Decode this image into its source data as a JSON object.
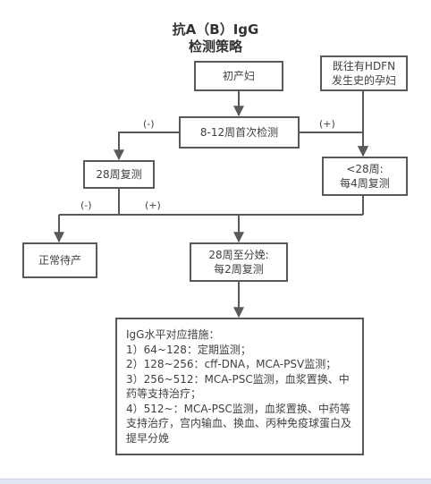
{
  "diagram": {
    "title_line1": "抗A（B）IgG",
    "title_line2": "检测策略",
    "nodes": {
      "primigravida": "初产妇",
      "hdfn_history_line1": "既往有HDFN",
      "hdfn_history_line2": "发生史的孕妇",
      "first_test": "8-12周首次检测",
      "week28_retest": "28周复测",
      "before28_line1": "<28周:",
      "before28_line2": "每4周复测",
      "normal_delivery": "正常待产",
      "week28_to_delivery_line1": "28周至分娩:",
      "week28_to_delivery_line2": "每2周复测",
      "measures": [
        "IgG水平对应措施：",
        "1）64~128：定期监测；",
        "2）128~256：cff-DNA，MCA-PSV监测；",
        "3）256~512：MCA-PSC监测，血浆置换、中药等支持治疗；",
        "4）512~：MCA-PSC监测，血浆置换、中药等支持治疗，宫内输血、换血、丙种免疫球蛋白及提早分娩"
      ]
    },
    "edge_labels": {
      "first_negative": "(-)",
      "first_positive": "(+)",
      "retest_negative": "(-)",
      "retest_positive": "(+)"
    },
    "colors": {
      "line": "#595959",
      "text": "#404040"
    }
  }
}
